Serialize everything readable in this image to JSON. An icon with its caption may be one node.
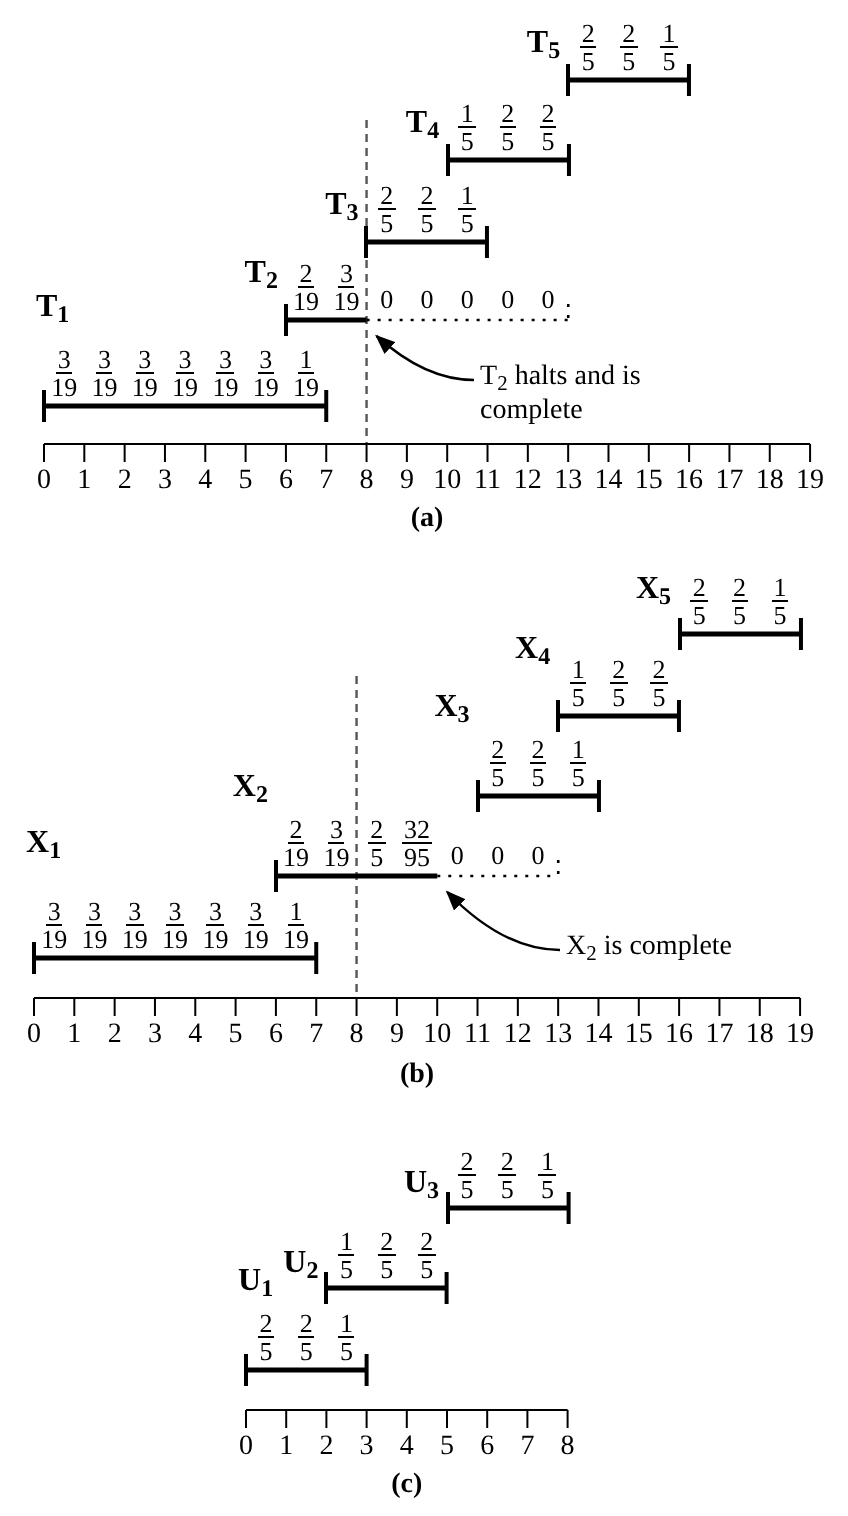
{
  "diagram": {
    "nodes": [
      {
        "text": [
          "T$_{1}$",
          "3",
          "19",
          "3",
          "19",
          "3",
          "19",
          "3",
          "19",
          "3",
          "19",
          "3",
          "19",
          "1",
          "19"
        ]
      },
      {
        "text": [
          "T$_{2}$",
          "2",
          "19",
          "3",
          "19",
          "0",
          "0",
          "0",
          "0",
          "0"
        ]
      },
      {
        "text": [
          "T$_{3}$",
          "2",
          "5",
          "2",
          "5",
          "1",
          "5"
        ]
      },
      {
        "text": [
          "T$_{4}$",
          "1",
          "5",
          "2",
          "5",
          "2",
          "5"
        ]
      },
      {
        "text": [
          "T$_{5}$",
          "2",
          "5",
          "2",
          "5",
          "1",
          "5"
        ]
      },
      {
        "text": [
          "T$_{2}$ halts and is complete"
        ]
      },
      {
        "text": [
          "X$_{1}$",
          "3",
          "19",
          "3",
          "19",
          "3",
          "19",
          "3",
          "19",
          "3",
          "19",
          "3",
          "19",
          "1",
          "19"
        ]
      },
      {
        "text": [
          "X$_{2}$",
          "2",
          "19",
          "3",
          "19",
          "2",
          "5",
          "32",
          "95",
          "0",
          "0",
          "0"
        ]
      },
      {
        "text": [
          "X$_{3}$",
          "2",
          "5",
          "2",
          "5",
          "1",
          "5"
        ]
      },
      {
        "text": [
          "X$_{4}$",
          "1",
          "5",
          "2",
          "5",
          "2",
          "5"
        ]
      },
      {
        "text": [
          "X$_{5}$",
          "2",
          "5",
          "2",
          "5",
          "1",
          "5"
        ]
      },
      {
        "text": [
          "X$_{2}$ is complete"
        ]
      },
      {
        "text": [
          "U$_{1}$",
          "2",
          "5",
          "2",
          "5",
          "1",
          "5"
        ]
      },
      {
        "text": [
          "U$_{2}$",
          "1",
          "5",
          "2",
          "5",
          "2",
          "5"
        ]
      },
      {
        "text": [
          "U$_{3}$",
          "2",
          "5",
          "2",
          "5",
          "1",
          "5"
        ]
      }
    ],
    "edges": [
      {
        "from": 5,
        "to": 1,
        "arrow": "to"
      },
      {
        "from": 11,
        "to": 7,
        "arrow": "to"
      }
    ],
    "labels": [
      "0",
      "1",
      "2",
      "3",
      "4",
      "5",
      "6",
      "7",
      "8",
      "9",
      "10",
      "11",
      "12",
      "13",
      "14",
      "15",
      "16",
      "17",
      "18",
      "19",
      "(a)",
      "0",
      "1",
      "2",
      "3",
      "4",
      "5",
      "6",
      "7",
      "8",
      "9",
      "10",
      "11",
      "12",
      "13",
      "14",
      "15",
      "16",
      "17",
      "18",
      "19",
      "(b)",
      "0",
      "1",
      "2",
      "3",
      "4",
      "5",
      "6",
      "7",
      "8",
      "(c)"
    ]
  }
}
